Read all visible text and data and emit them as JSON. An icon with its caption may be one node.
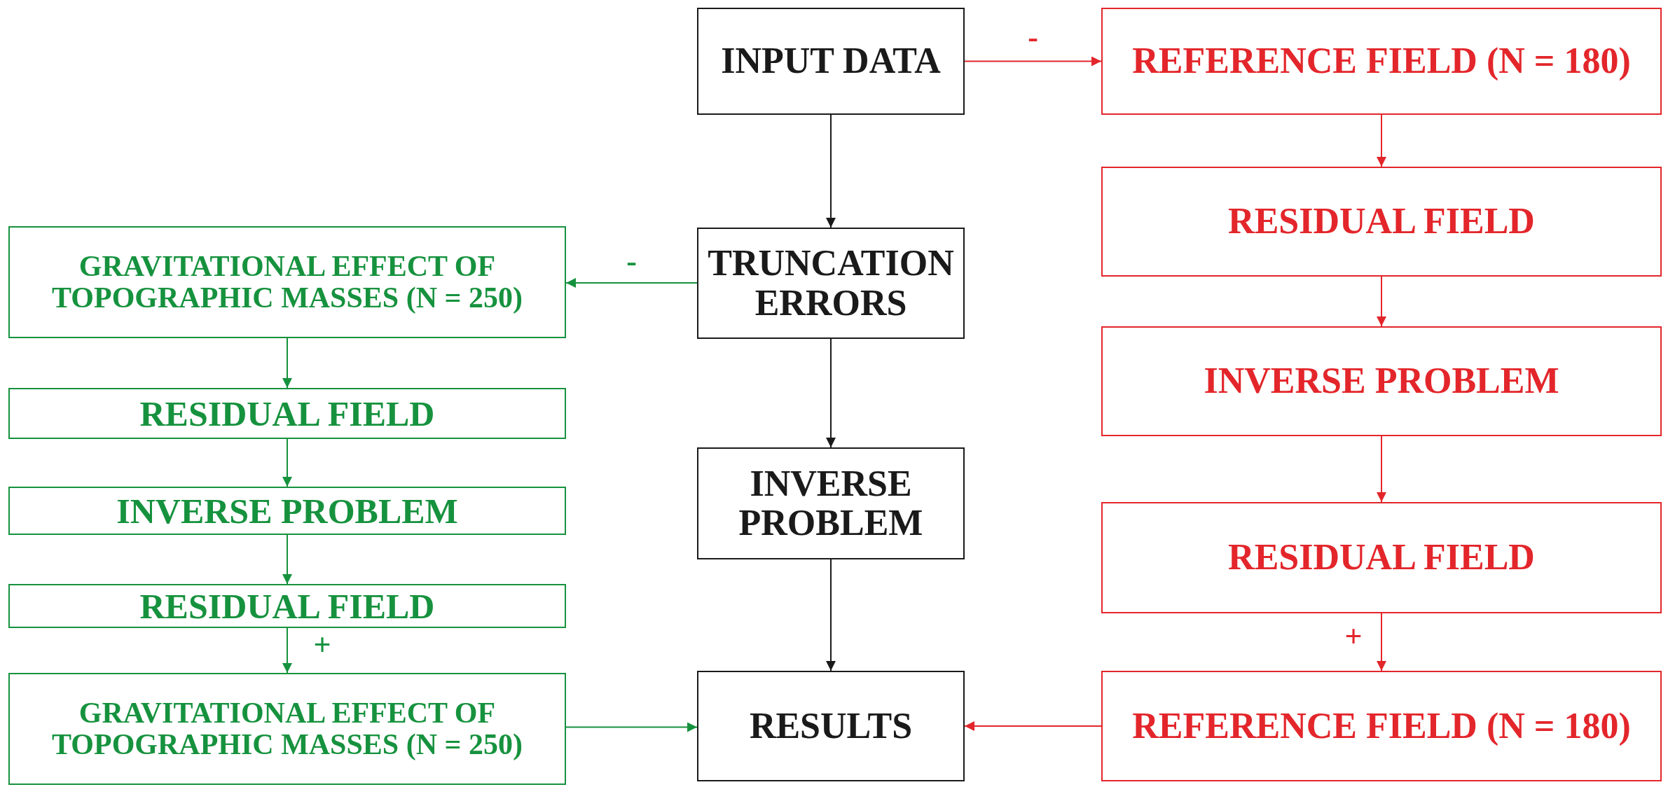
{
  "diagram": {
    "nodes": [
      {
        "text": [
          "INPUT DATA"
        ]
      },
      {
        "text": [
          "TRUNCATION ERRORS"
        ]
      },
      {
        "text": [
          "INVERSE PROBLEM"
        ]
      },
      {
        "text": [
          "RESULTS"
        ]
      },
      {
        "text": [
          "REFERENCE FIELD (N = 180)"
        ]
      },
      {
        "text": [
          "RESIDUAL FIELD"
        ]
      },
      {
        "text": [
          "INVERSE PROBLEM"
        ]
      },
      {
        "text": [
          "RESIDUAL FIELD"
        ]
      },
      {
        "text": [
          "REFERENCE FIELD (N = 180)"
        ]
      },
      {
        "text": [
          "GRAVITATIONAL EFFECT OF TOPOGRAPHIC MASSES (N = 250)"
        ]
      },
      {
        "text": [
          "RESIDUAL FIELD"
        ]
      },
      {
        "text": [
          "INVERSE PROBLEM"
        ]
      },
      {
        "text": [
          "RESIDUAL FIELD"
        ]
      },
      {
        "text": [
          "GRAVITATIONAL EFFECT OF TOPOGRAPHIC MASSES (N = 250)"
        ]
      }
    ],
    "edges": [
      {
        "from": 0,
        "to": 4,
        "arrow": "to",
        "label": "-",
        "color": "#e3262b"
      },
      {
        "from": 4,
        "to": 5,
        "arrow": "to",
        "color": "#e3262b"
      },
      {
        "from": 5,
        "to": 6,
        "arrow": "to",
        "color": "#e3262b"
      },
      {
        "from": 6,
        "to": 7,
        "arrow": "to",
        "color": "#e3262b"
      },
      {
        "from": 7,
        "to": 8,
        "arrow": "to",
        "label": "+",
        "color": "#e3262b"
      },
      {
        "from": 0,
        "to": 1,
        "arrow": "to",
        "color": "#1a1a1a"
      },
      {
        "from": 1,
        "to": 2,
        "arrow": "to",
        "color": "#1a1a1a"
      },
      {
        "from": 2,
        "to": 3,
        "arrow": "to",
        "color": "#1a1a1a"
      },
      {
        "from": 1,
        "to": 9,
        "arrow": "to",
        "label": "-",
        "color": "#16923e"
      },
      {
        "from": 9,
        "to": 10,
        "arrow": "to",
        "color": "#16923e"
      },
      {
        "from": 10,
        "to": 11,
        "arrow": "to",
        "color": "#16923e"
      },
      {
        "from": 11,
        "to": 12,
        "arrow": "to",
        "color": "#16923e"
      },
      {
        "from": 12,
        "to": 13,
        "arrow": "to",
        "label": "+",
        "color": "#16923e"
      },
      {
        "from": 13,
        "to": 3,
        "arrow": "to",
        "color": "#16923e"
      },
      {
        "from": 8,
        "to": 3,
        "arrow": "to",
        "color": "#e3262b"
      }
    ]
  }
}
